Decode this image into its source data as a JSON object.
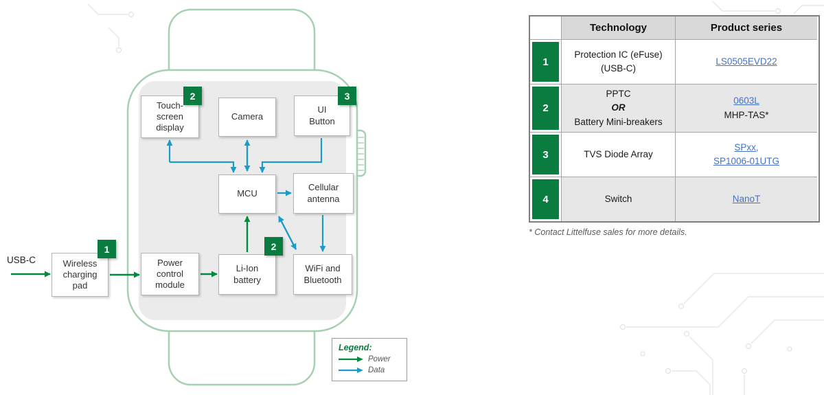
{
  "diagram": {
    "usb_label": "USB-C",
    "blocks": {
      "wireless_pad": {
        "lines": [
          "Wireless",
          "charging",
          "pad"
        ]
      },
      "power_control": {
        "lines": [
          "Power",
          "control",
          "module"
        ]
      },
      "touch_display": {
        "lines": [
          "Touch-",
          "screen",
          "display"
        ]
      },
      "camera": {
        "lines": [
          "Camera"
        ]
      },
      "ui_button": {
        "lines": [
          "UI",
          "Button"
        ]
      },
      "mcu": {
        "lines": [
          "MCU"
        ]
      },
      "cellular": {
        "lines": [
          "Cellular",
          "antenna"
        ]
      },
      "battery": {
        "lines": [
          "Li-Ion",
          "battery"
        ]
      },
      "wifi": {
        "lines": [
          "WiFi and",
          "Bluetooth"
        ]
      }
    },
    "badges": {
      "wireless_pad": "1",
      "touch_display": "2",
      "ui_button": "3",
      "battery": "2"
    },
    "legend": {
      "title": "Legend:",
      "power_label": "Power",
      "data_label": "Data"
    }
  },
  "table": {
    "headers": {
      "technology": "Technology",
      "product_series": "Product series"
    },
    "rows": [
      {
        "num": "1",
        "tech_lines": [
          "Protection IC (eFuse)",
          "(USB-C)"
        ],
        "products": [
          {
            "text": "LS0505EVD22",
            "link": true
          }
        ]
      },
      {
        "num": "2",
        "tech_lines": [
          "PPTC",
          "OR",
          "Battery Mini-breakers"
        ],
        "products": [
          {
            "text": "0603L",
            "link": true
          },
          {
            "text": "MHP-TAS*",
            "link": false
          }
        ]
      },
      {
        "num": "3",
        "tech_lines": [
          "TVS Diode Array"
        ],
        "products": [
          {
            "text": "SPxx,",
            "link": true
          },
          {
            "text": "SP1006-01UTG",
            "link": true
          }
        ]
      },
      {
        "num": "4",
        "tech_lines": [
          "Switch"
        ],
        "products": [
          {
            "text": "NanoT",
            "link": true
          }
        ]
      }
    ],
    "footnote": "* Contact Littelfuse sales for more details."
  },
  "colors": {
    "brand_green": "#0B7C3F",
    "power_arrow_green": "#008A3E",
    "data_arrow_blue": "#1B9BC8",
    "link_blue": "#4472C4",
    "watch_outline_green": "#A6D0B2",
    "screen_gray": "#EBEBEB"
  }
}
